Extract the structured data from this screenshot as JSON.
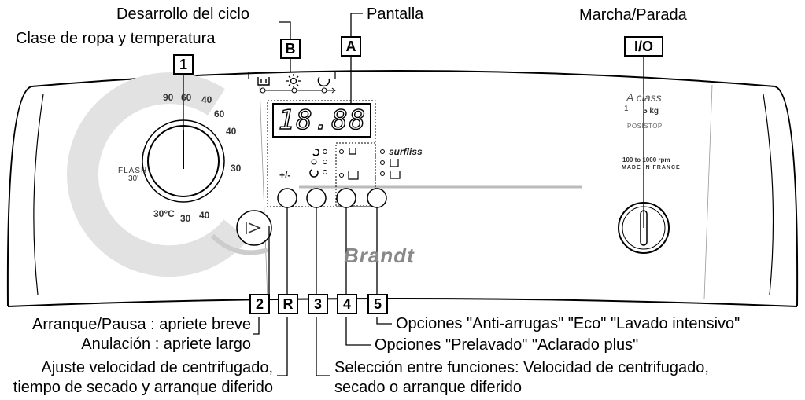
{
  "labels": {
    "desarrollo": "Desarrollo del ciclo",
    "pantalla": "Pantalla",
    "marcha": "Marcha/Parada",
    "clase": "Clase de ropa y temperatura",
    "arranque": "Arranque/Pausa : apriete breve",
    "anulacion": "Anulación : apriete largo",
    "ajuste1": "Ajuste velocidad de centrifugado,",
    "ajuste2": "tiempo de secado y arranque diferido",
    "opciones5": "Opciones \"Anti-arrugas\" \"Eco\" \"Lavado intensivo\"",
    "opciones4": "Opciones \"Prelavado\" \"Aclarado plus\"",
    "seleccion1": "Selección entre funciones: Velocidad de centrifugado,",
    "seleccion2": "secado o arranque diferido"
  },
  "markers": {
    "b": "B",
    "a": "A",
    "io": "I/O",
    "one": "1",
    "two": "2",
    "r": "R",
    "three": "3",
    "four": "4",
    "five": "5"
  },
  "display": {
    "value": "18.88"
  },
  "dial": {
    "t90": "90",
    "t60a": "60",
    "t40a": "40",
    "t60b": "60",
    "t40b": "40",
    "t30a": "30",
    "flash": "FLASH",
    "flash_time": "30'",
    "t30c": "30°C",
    "t30b": "30",
    "t40c": "40"
  },
  "panel": {
    "plusminus": "+/-",
    "brand": "Brandt",
    "surfliss": "surfliss",
    "aclass": "A class",
    "kg1": "1",
    "kg5": "5 kg",
    "posistop": "POSISTOP",
    "rpm": "100 to 1000 rpm",
    "made": "MADE IN FRANCE"
  },
  "colors": {
    "panel_line": "#000000",
    "dial_ring": "#d8d8d8",
    "dots": "#b8b8b8",
    "accent": "#333333"
  }
}
